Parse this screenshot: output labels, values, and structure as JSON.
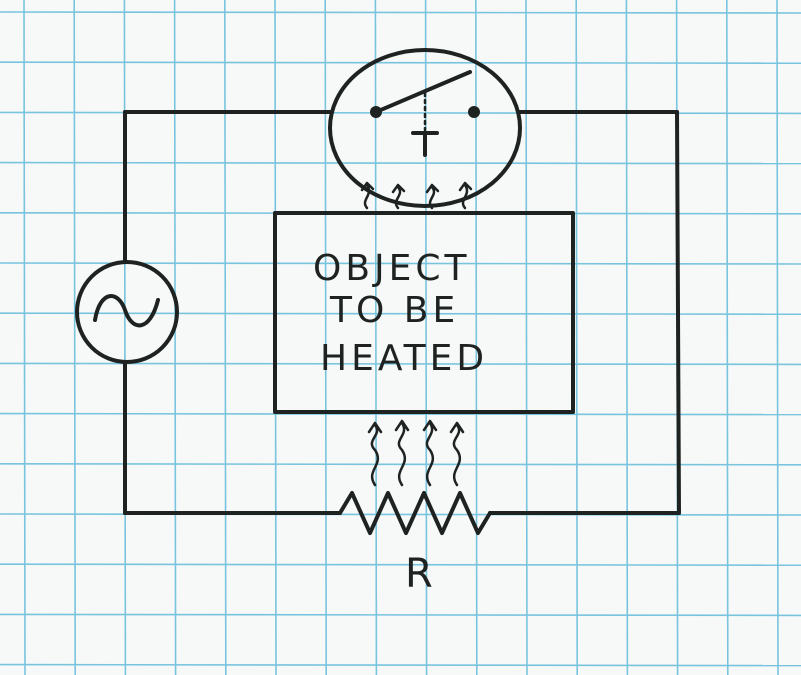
{
  "diagram": {
    "object_label": [
      "OBJECT",
      "TO BE",
      "HEATED"
    ],
    "resistor_label": "R",
    "thermostat_label": "T",
    "grid_color": "#78c4de",
    "ink_color": "#1e2322",
    "paper_color": "#f7f9f8"
  }
}
